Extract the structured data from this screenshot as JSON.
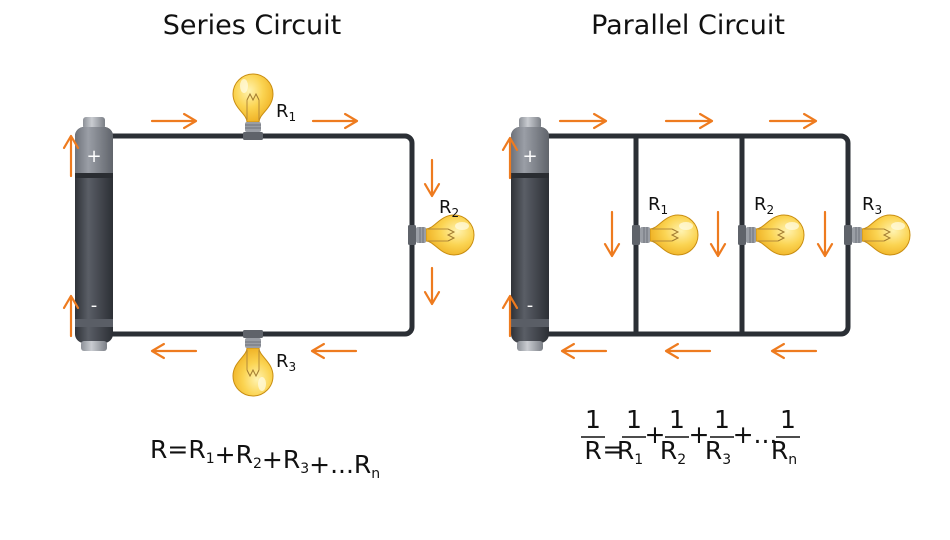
{
  "colors": {
    "wire": "#2b2f35",
    "arrow": "#ee7b1f",
    "bulb_glass": "#f7c53a",
    "battery_body": "#3d4047"
  },
  "series": {
    "title": "Series Circuit",
    "resistors": [
      {
        "letter": "R",
        "sub": "1"
      },
      {
        "letter": "R",
        "sub": "2"
      },
      {
        "letter": "R",
        "sub": "3"
      }
    ],
    "battery": {
      "plus": "+",
      "minus": "-"
    },
    "formula": [
      {
        "text": "R="
      },
      {
        "text": "R",
        "sub": "1"
      },
      {
        "text": "+R",
        "sub": "2"
      },
      {
        "text": "+R",
        "sub": "3"
      },
      {
        "text": "+...R",
        "sub": "n"
      }
    ]
  },
  "parallel": {
    "title": "Parallel Circuit",
    "resistors": [
      {
        "letter": "R",
        "sub": "1"
      },
      {
        "letter": "R",
        "sub": "2"
      },
      {
        "letter": "R",
        "sub": "3"
      }
    ],
    "battery": {
      "plus": "+",
      "minus": "-"
    },
    "formula": {
      "numerator": "1",
      "lhs_den": "R",
      "equals": "=",
      "plus": "+",
      "ellipsis": "+...",
      "terms": [
        {
          "den": "R",
          "sub": "1"
        },
        {
          "den": "R",
          "sub": "2"
        },
        {
          "den": "R",
          "sub": "3"
        },
        {
          "den": "R",
          "sub": "n"
        }
      ]
    }
  }
}
